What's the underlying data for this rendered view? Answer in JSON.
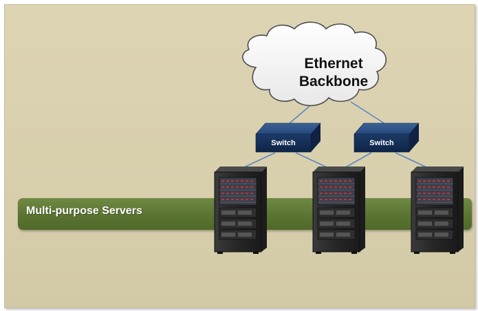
{
  "diagram": {
    "cloud": {
      "line1": "Ethernet",
      "line2": "Backbone",
      "icon": "cloud-icon"
    },
    "switches": [
      {
        "label": "Switch",
        "icon": "network-switch-icon"
      },
      {
        "label": "Switch",
        "icon": "network-switch-icon"
      }
    ],
    "servers": [
      {
        "icon": "server-rack-icon"
      },
      {
        "icon": "server-rack-icon"
      },
      {
        "icon": "server-rack-icon"
      }
    ],
    "band_label": "Multi-purpose Servers",
    "colors": {
      "background": "#d8cfad",
      "band": "#5b7432",
      "connector": "#5b86c0",
      "switch_body": "#1b3a66",
      "rack_body": "#2b2b2b"
    }
  }
}
